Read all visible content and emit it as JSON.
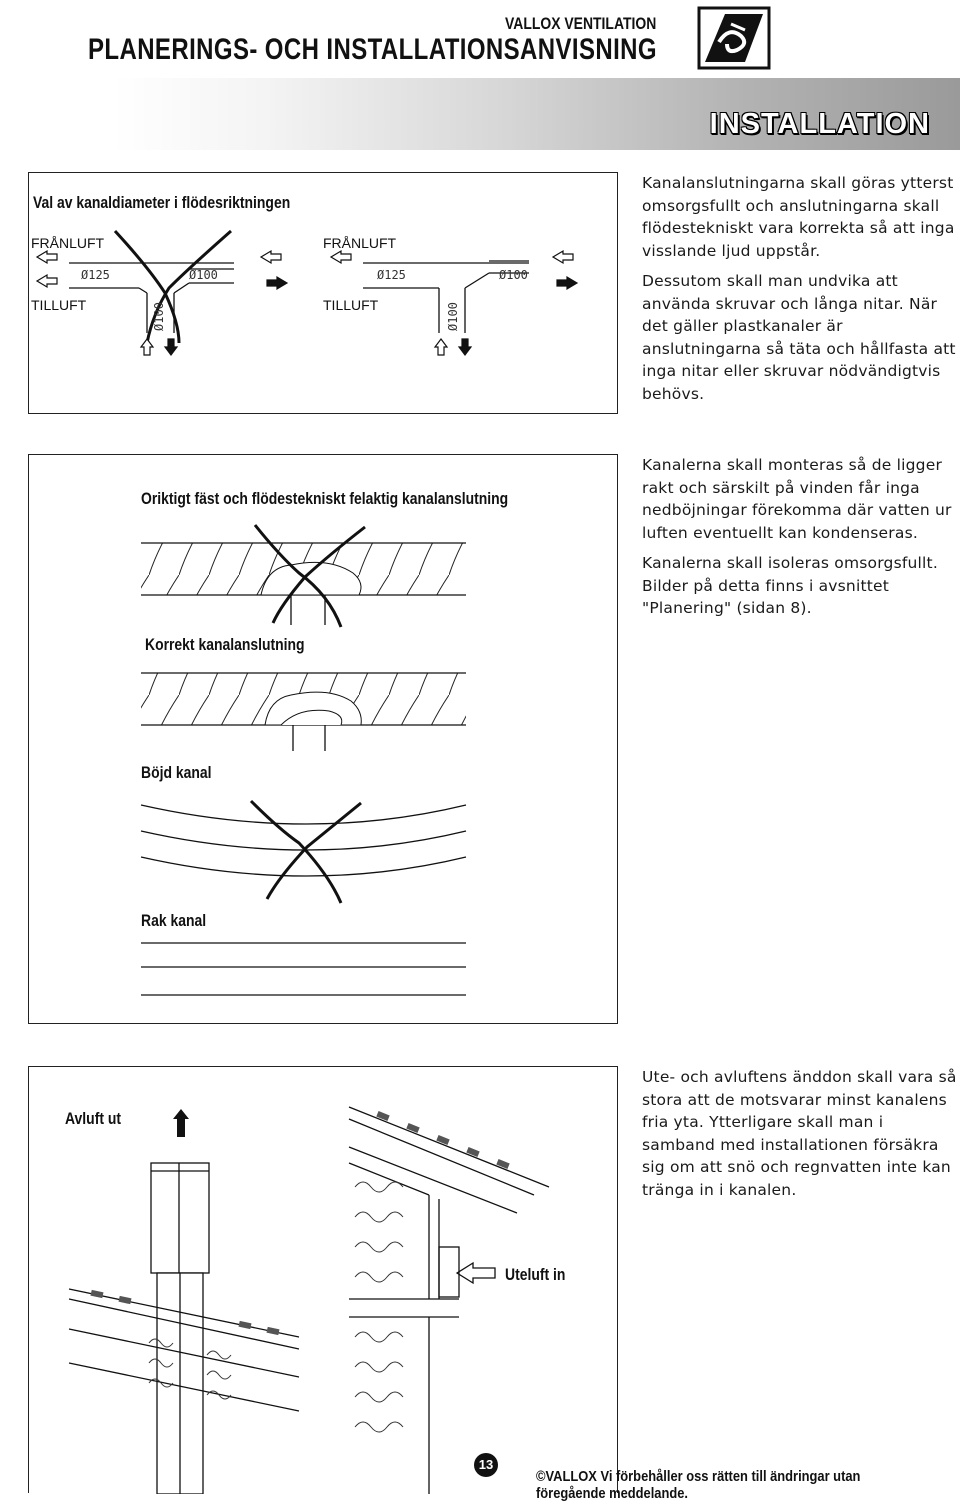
{
  "header": {
    "brand": "VALLOX VENTILATION",
    "title": "PLANERINGS- OCH  INSTALLATIONSANVISNING",
    "section": "INSTALLATION"
  },
  "panel_diameter": {
    "title": "Val av kanaldiameter i flödesriktningen",
    "left": {
      "franluft": "FRÅNLUFT",
      "tilluft": "TILLUFT",
      "d1": "Ø125",
      "d2": "Ø100",
      "d3": "Ø100"
    },
    "right": {
      "franluft": "FRÅNLUFT",
      "tilluft": "TILLUFT",
      "d1": "Ø125",
      "d2": "Ø100",
      "d3": "Ø100"
    }
  },
  "text1": {
    "p1": "Kanalanslutningarna skall göras ytterst omsorgsfullt och anslutningarna skall flödestekniskt vara korrekta så att inga visslande ljud uppstår.",
    "p2": "Dessutom skall man undvika att använda skruvar och långa nitar. När det gäller plastkanaler är anslutningarna så täta och hållfasta att inga nitar eller skruvar nödvändigtvis behövs."
  },
  "panel_connections": {
    "label_wrong": "Oriktigt fäst och flödestekniskt felaktig kanalanslutning",
    "label_correct": "Korrekt kanalanslutning",
    "label_bent": "Böjd kanal",
    "label_straight": "Rak kanal"
  },
  "text2": {
    "p1": "Kanalerna skall monteras så de ligger rakt och särskilt på vinden får inga nedböjningar förekomma där vatten ur luften eventuellt kan kondenseras.",
    "p2": "Kanalerna skall isoleras omsorgsfullt. Bilder på detta finns i avsnittet \"Planering\" (sidan 8)."
  },
  "panel_roof": {
    "label_out": "Avluft ut",
    "label_in": "Uteluft in"
  },
  "text3": {
    "p1": "Ute- och avluftens änddon skall vara så stora att de motsvarar minst kanalens fria yta. Ytterligare skall man i samband med installationen försäkra sig om att snö och regnvatten inte kan tränga in i kanalen."
  },
  "footer": {
    "page_number": "13",
    "copyright": "©VALLOX Vi förbehåller oss rätten till ändringar utan föregående meddelande."
  }
}
